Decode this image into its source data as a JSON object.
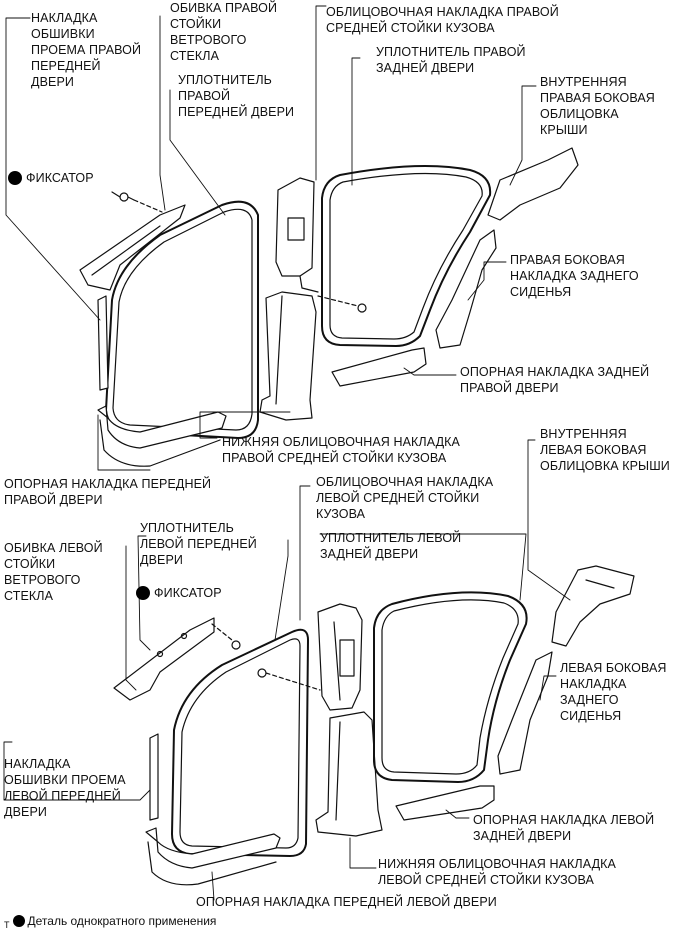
{
  "labels": {
    "r_opening_trim": "НАКЛАДКА\nОБШИВКИ\nПРОЕМА ПРАВОЙ\nПЕРЕДНЕЙ\nДВЕРИ",
    "r_windshield_pillar": "ОБИВКА ПРАВОЙ\nСТОЙКИ\nВЕТРОВОГО\nСТЕКЛА",
    "r_front_seal": "УПЛОТНИТЕЛЬ\nПРАВОЙ\nПЕРЕДНЕЙ ДВЕРИ",
    "r_center_pillar_upper": "ОБЛИЦОВОЧНАЯ НАКЛАДКА ПРАВОЙ\nСРЕДНЕЙ СТОЙКИ КУЗОВА",
    "r_rear_seal": "УПЛОТНИТЕЛЬ ПРАВОЙ\nЗАДНЕЙ ДВЕРИ",
    "r_roof_side": "ВНУТРЕННЯЯ\nПРАВАЯ БОКОВАЯ\nОБЛИЦОВКА\nКРЫШИ",
    "r_rear_seat_side": "ПРАВАЯ БОКОВАЯ\nНАКЛАДКА ЗАДНЕГО\nСИДЕНЬЯ",
    "r_rear_scuff": "ОПОРНАЯ НАКЛАДКА ЗАДНЕЙ\nПРАВОЙ ДВЕРИ",
    "r_center_pillar_lower": "НИЖНЯЯ ОБЛИЦОВОЧНАЯ НАКЛАДКА\nПРАВОЙ СРЕДНЕЙ СТОЙКИ КУЗОВА",
    "r_front_scuff": "ОПОРНАЯ НАКЛАДКА ПЕРЕДНЕЙ\nПРАВОЙ ДВЕРИ",
    "clip_top": "ФИКСАТОР",
    "l_roof_side": "ВНУТРЕННЯЯ\nЛЕВАЯ БОКОВАЯ\nОБЛИЦОВКА КРЫШИ",
    "l_center_pillar_upper": "ОБЛИЦОВОЧНАЯ НАКЛАДКА\nЛЕВОЙ СРЕДНЕЙ СТОЙКИ\nКУЗОВА",
    "l_front_seal": "УПЛОТНИТЕЛЬ\nЛЕВОЙ ПЕРЕДНЕЙ\nДВЕРИ",
    "l_rear_seal": "УПЛОТНИТЕЛЬ ЛЕВОЙ\nЗАДНЕЙ ДВЕРИ",
    "l_windshield_pillar": "ОБИВКА ЛЕВОЙ\nСТОЙКИ\nВЕТРОВОГО\nСТЕКЛА",
    "clip_bottom": "ФИКСАТОР",
    "l_rear_seat_side": "ЛЕВАЯ БОКОВАЯ\nНАКЛАДКА\nЗАДНЕГО\nСИДЕНЬЯ",
    "l_opening_trim": "НАКЛАДКА\nОБШИВКИ ПРОЕМА\nЛЕВОЙ ПЕРЕДНЕЙ\nДВЕРИ",
    "l_rear_scuff": "ОПОРНАЯ НАКЛАДКА ЛЕВОЙ\nЗАДНЕЙ ДВЕРИ",
    "l_center_pillar_lower": "НИЖНЯЯ ОБЛИЦОВОЧНАЯ НАКЛАДКА\nЛЕВОЙ СРЕДНЕЙ СТОЙКИ КУЗОВА",
    "l_front_scuff": "ОПОРНАЯ НАКЛАДКА ПЕРЕДНЕЙ ЛЕВОЙ ДВЕРИ"
  },
  "footnote": {
    "marker": "T",
    "legend_text": "Деталь однократного применения"
  },
  "icons": {
    "single_use": "filled-circle-icon"
  }
}
